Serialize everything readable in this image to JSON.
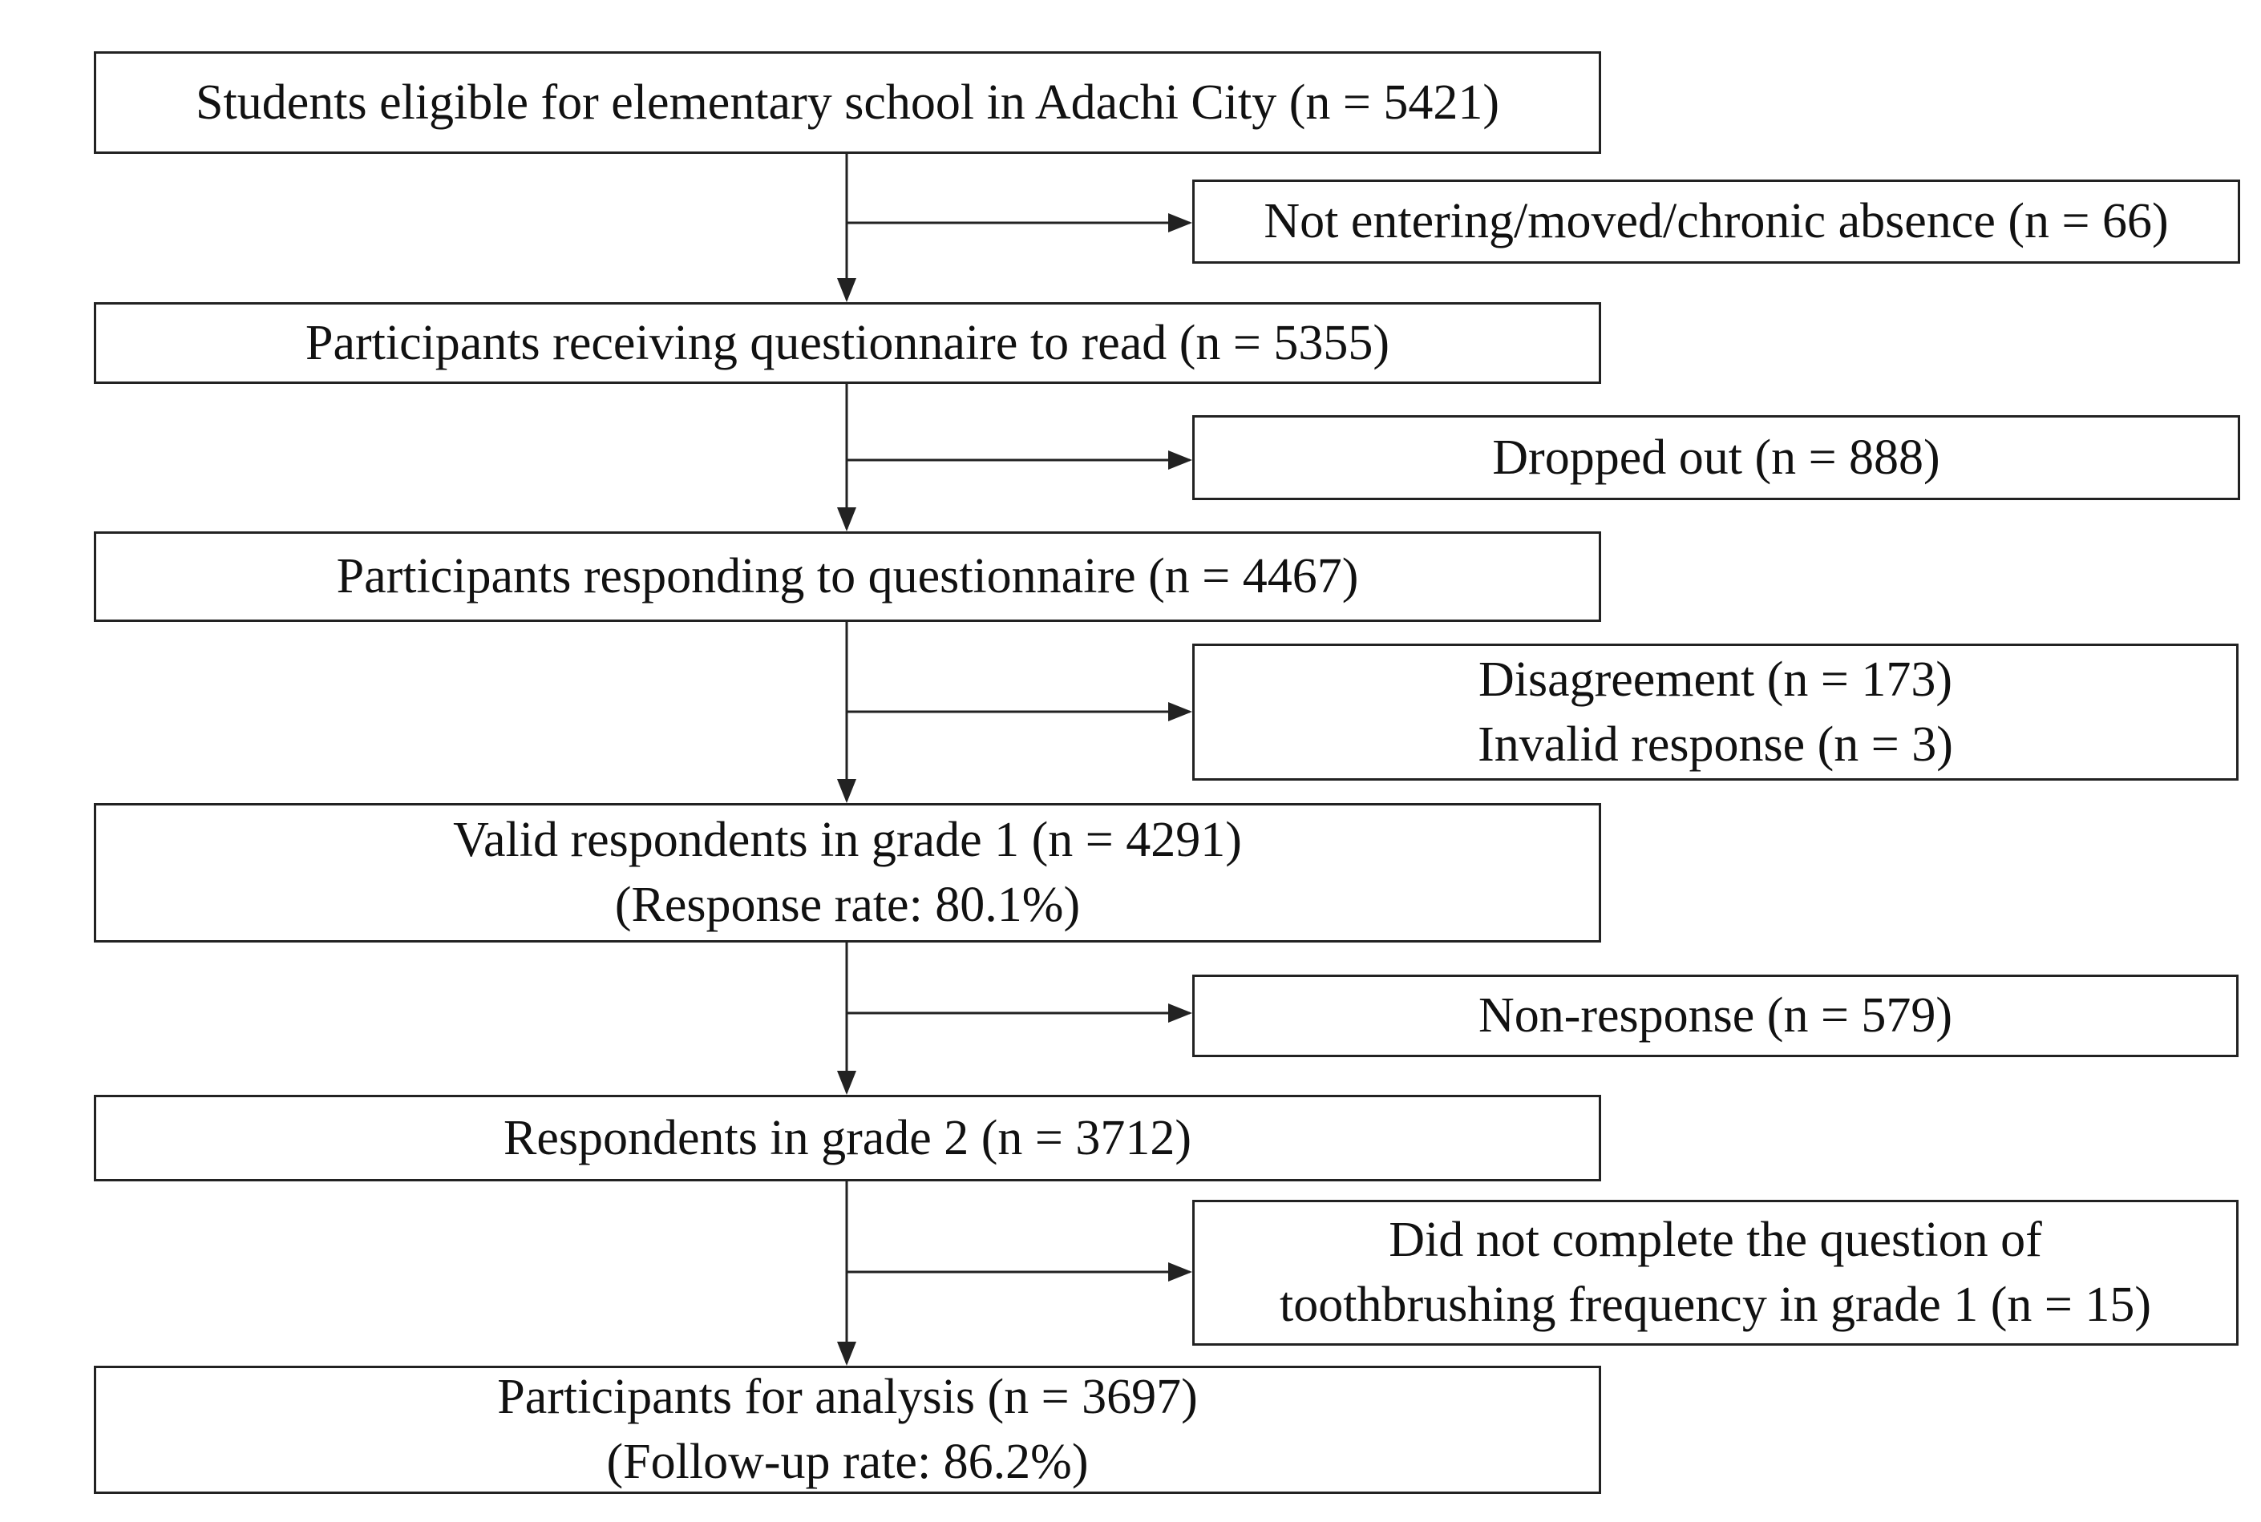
{
  "main_steps": [
    {
      "lines": [
        "Students eligible  for elementary school in Adachi City (n = 5421)"
      ]
    },
    {
      "lines": [
        "Participants receiving questionnaire to read (n = 5355)"
      ]
    },
    {
      "lines": [
        "Participants responding  to questionnaire (n = 4467)"
      ]
    },
    {
      "lines": [
        "Valid respondents in grade 1 (n = 4291)",
        "(Response rate: 80.1%)"
      ]
    },
    {
      "lines": [
        "Respondents in grade 2 (n = 3712)"
      ]
    },
    {
      "lines": [
        "Participants for analysis  (n = 3697)",
        "(Follow-up rate: 86.2%)"
      ]
    }
  ],
  "exclusions": [
    {
      "lines": [
        "Not entering/moved/chronic absence (n = 66)"
      ]
    },
    {
      "lines": [
        "Dropped out (n = 888)"
      ]
    },
    {
      "lines": [
        "Disagreement  (n = 173)",
        "Invalid response (n = 3)"
      ]
    },
    {
      "lines": [
        "Non-response (n = 579)"
      ]
    },
    {
      "lines": [
        "Did not complete the question of",
        "toothbrushing frequency in grade 1 (n = 15)"
      ]
    }
  ],
  "colors": {
    "stroke": "#222222",
    "text": "#111111",
    "background": "#ffffff"
  }
}
